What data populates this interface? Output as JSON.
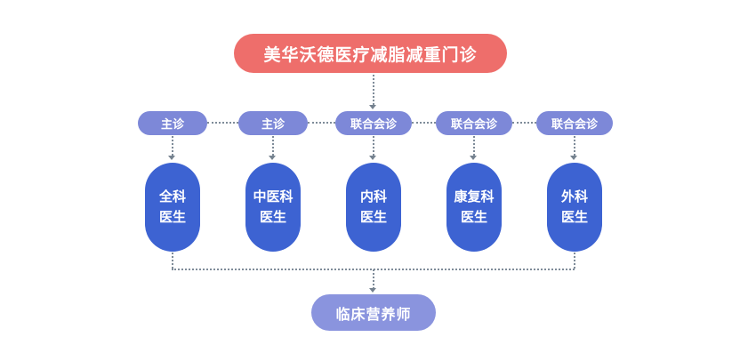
{
  "diagram": {
    "root": {
      "label": "美华沃德医疗减脂减重门诊"
    },
    "roles": [
      {
        "label": "主诊"
      },
      {
        "label": "主诊"
      },
      {
        "label": "联合会诊"
      },
      {
        "label": "联合会诊"
      },
      {
        "label": "联合会诊"
      }
    ],
    "doctors": [
      {
        "line1": "全科",
        "line2": "医生"
      },
      {
        "line1": "中医科",
        "line2": "医生"
      },
      {
        "line1": "内科",
        "line2": "医生"
      },
      {
        "line1": "康复科",
        "line2": "医生"
      },
      {
        "line1": "外科",
        "line2": "医生"
      }
    ],
    "bottom": {
      "label": "临床营养师"
    },
    "colors": {
      "root_node": "#ee6e6b",
      "role_pill": "#7d88d8",
      "doctor_node": "#3d63d2",
      "bottom_pill": "#8a94de",
      "connector": "#7f8c99",
      "text": "#ffffff",
      "background": "#ffffff"
    }
  }
}
